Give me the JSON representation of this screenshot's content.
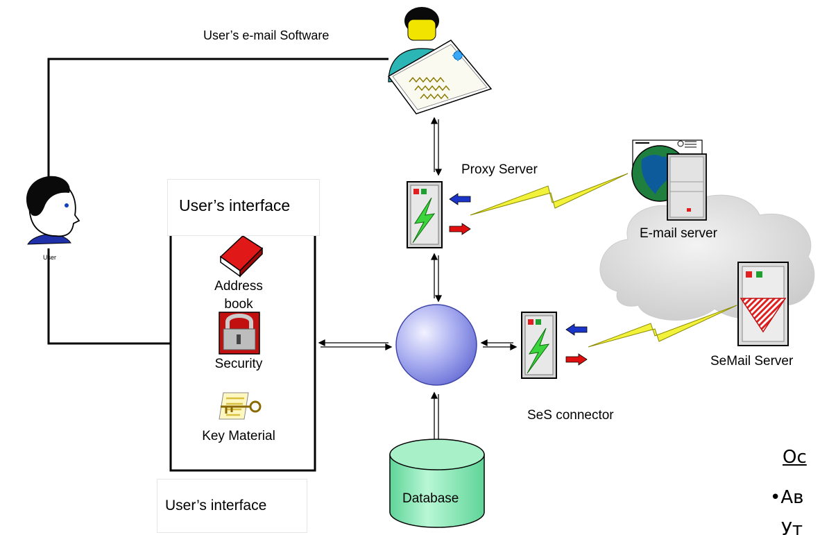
{
  "labels": {
    "email_software": "User’s e-mail Software",
    "proxy_server": "Proxy Server",
    "email_server": "E-mail server",
    "semail_server": "SeMail Server",
    "ses_connector": "SeS connector",
    "database": "Database",
    "user": "User",
    "interface_top": "User’s interface",
    "interface_bottom": "User’s interface",
    "address_book_line1": "Address",
    "address_book_line2": "book",
    "security": "Security",
    "key_material": "Key Material"
  },
  "side_text": {
    "heading": "Ос",
    "bullet": "•Ав",
    "cut": "Ут"
  },
  "colors": {
    "hub": "#9aa0ee",
    "database": "#7fe8b0",
    "bolt": "#f2f23a",
    "cloud": "#dcdcdc",
    "server": "#cfcfcf",
    "arrow_blue": "#1b35c8",
    "arrow_red": "#e01010"
  }
}
